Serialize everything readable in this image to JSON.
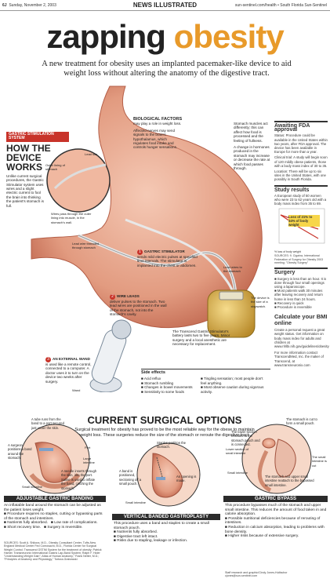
{
  "header": {
    "page": "6J",
    "date": "Sunday, November 2, 2003",
    "section": "NEWS ILLUSTRATED",
    "site": "sun-sentinel.com/health",
    "paper": "South Florida Sun-Sentinel"
  },
  "headline": {
    "w1": "zapping",
    "w2": "obesity"
  },
  "dek": "A new treatment for obesity uses an implanted pacemaker-like device to aid weight loss without altering the anatomy of the digestive tract.",
  "how": {
    "kicker": "GASTRIC STIMULATION SYSTEM",
    "title": "HOW THE DEVICE WORKS",
    "body": "Unlike current surgical procedures, the Gastric Stimulator system uses wires and a slight electric current to fool the brain into thinking the patient's stomach is full.",
    "outer_lining": "Outer lining of stomach",
    "lead_site": "Lead site",
    "wires_pass": "Wires pass through the outer lining into muscle, in the stomach's wall.",
    "lead_threaded": "Lead wire threaded through stomach"
  },
  "bio": {
    "title": "BIOLOGICAL FACTORS",
    "line1": "may play a role in weight loss.",
    "p1": "Affected nerves may send signals to the brain's hypothalamus, which regulates food intake and controls hunger sensations.",
    "p2": "Stomach muscles act differently; this can affect how food is processed and the feeling of fullness.",
    "p3": "A change in hormones produced in the stomach may increase or decrease the rate at which food passes through."
  },
  "steps": {
    "s1_title": "GASTRIC STIMULATOR",
    "s1_body": "sends mild electric pulses at specified time intervals. The stimulator is implanted into the chest or abdomen.",
    "s2_title": "WIRE LEADS",
    "s2_body": "deliver pulses to the stomach. Two lead wires are positioned in the wall of the stomach, not into the stomach's cavity.",
    "s3_title": "AN EXTERNAL WAND",
    "s3_body": "is used like a remote control, connected to a computer. A doctor uses it to turn on the device two weeks after surgery.",
    "wand": "Wand",
    "lead_wires": "Lead wires to the stomach",
    "device_size": "The device is the size of a stopwatch.",
    "battery": "The Transcend Gastric Stimulator's battery lasts two to five years. Minor surgery and a local anesthetic are necessary for replacement."
  },
  "side_effects": {
    "title": "Side effects",
    "items": [
      "Acid reflux",
      "Stomach rumbling",
      "Changes in bowel movements",
      "Sensitivity to some foods",
      "Tingling sensation; most people don't feel anything.",
      "Most observe caution during vigorous activity."
    ]
  },
  "sidebar": {
    "fda_title": "Awaiting FDA approval",
    "fda_status": "Status: Procedure could be available in the United States within two years, after FDA approval. The device has been available in Europe for more than a year.",
    "fda_trial": "Clinical trial: A study will begin soon of 120 mildly obese patients, those with a body mass index of 30 to 35.",
    "fda_loc": "Location: There will be up to six sites in the United States, with one possibly in South Florida.",
    "study_title": "Study results",
    "study_body": "A European study of 50 women who were 23 to 62 years old with a body mass index from 35 to 69.",
    "study_callout": "Loss of 21% to 34% of body weight",
    "study_ylabel": "% loss of body weight",
    "study_source": "SOURCES: 9. Cigaina, International Federation of Surgery for Obesity 2003 meeting; \"Obesity Surgery\"",
    "surgery_title": "Surgery",
    "surgery_items": [
      "Surgery is less than an hour. It is done through four small openings using a laparoscope.",
      "Most patients walk 30 minutes after leaving recovery and return home in less than 24 hours.",
      "Recovery is quick",
      "Procedure is reversible"
    ],
    "bmi_title": "Calculate your BMI online",
    "bmi_body": "Create a personal request a great weight status. Get information on body mass index for adults and children at www.nhlbi.nih.gov/guidelines/obesity",
    "bmi_more": "For more information contact TranscendMed, Inc. the maker of Transcend, at www.transneuronix.com"
  },
  "options": {
    "title": "CURRENT SURGICAL OPTIONS",
    "body": "Surgical treatment for obesity has proved to be the most reliable way for the obese to maintain weight loss. These surgeries reduce the size of the stomach or reroute the digestive tract."
  },
  "banding": {
    "bar": "ADJUSTABLE GASTRIC BANDING",
    "a1": "A tube runs from the band to a port secured just under the skin.",
    "a2": "A surgeon positions a band around the stomach.",
    "a3": "A needle inserts through the skin, into the port. Saline is used to inflate the band, cinching the stomach.",
    "port": "Port",
    "large": "Large intestine",
    "small": "Small intestine",
    "body": "An inflatable band around the stomach can be adjusted as the patient loses weight.",
    "bullets": [
      "Procedure requires no staples, cutting or bypassing parts of the stomach and intestines.",
      "Nutrients fully absorbed.",
      "Low rate of complications.",
      "Short recovery time.",
      "Surgery is reversible."
    ]
  },
  "vbg": {
    "bar": "VERTICAL BANDED GASTROPLASTY",
    "a1": "Staples partition the stomach.",
    "a2": "A band is positioned, sectioning off a small pouch.",
    "a3": "An opening is made.",
    "small": "Small intestine",
    "body": "This procedure uses a band and staples to create a small stomach pouch.",
    "bullets": [
      "Nutrients fully absorbed.",
      "Digestive tract left intact.",
      "Risks due to stapling, leakage or infection."
    ]
  },
  "bypass": {
    "bar": "GASTRIC BYPASS",
    "a1": "The stomach is cut to form a small pouch.",
    "a2": "The lower section reroutes to the stomach pouch and is connected.",
    "a3": "The stomach and upper small intestine reattach to the bypassed small intestine.",
    "lower": "Lower section of small intestine",
    "small": "Small intestine",
    "small2": "The small intestine is cut",
    "body": "This procedure bypasses much of the stomach and upper small intestine. This reduces the amount of food taken in and calorie absorption.",
    "bullets": [
      "Possible nutritional deficiencies because of rerouting of intestines.",
      "Reduction in calcium absorption, leading to problems with bone density.",
      "Higher risks because of extensive surgery."
    ]
  },
  "credits": {
    "sources": "SOURCES: Scott A. Shikora, M.D., Obesity Consultant Center, Tufts-New England Medical Center Fed Comosachi, M.D., Florida Center for Surgical Weight Control; Transcend GSTIM System for the treatment of obesity; Patrick Hamel; Transneuronix International Gastric Lap-Band System; Ralph F. Hider \"Understanding Weight Gain\"; Atlas of Human Anatomy,\" Frank Netter, M.D.; \"Principles of Anatomy and Physiology,\" Tortora-Grabowski",
    "staff": "Staff research and graphic/Cindy Jones-Hulfachor",
    "email": "cjones@sun-sentinel.com"
  },
  "colors": {
    "accent": "#e89a2a",
    "red": "#c8332a",
    "stomach": "#e8a98f"
  }
}
